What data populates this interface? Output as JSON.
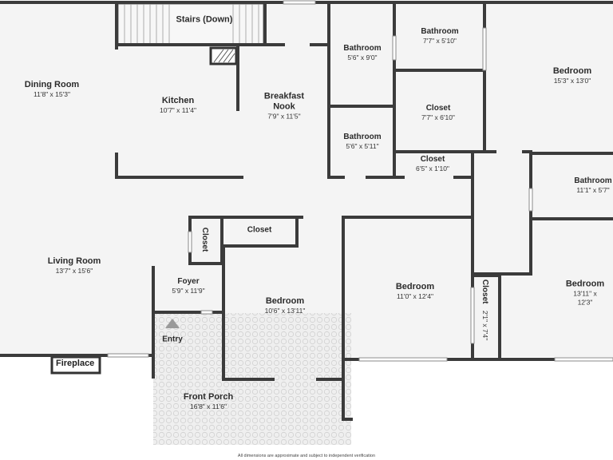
{
  "rooms": {
    "stairs": {
      "name": "Stairs (Down)",
      "dims": ""
    },
    "dining": {
      "name": "Dining Room",
      "dims": "11'8\" x 15'3\""
    },
    "kitchen": {
      "name": "Kitchen",
      "dims": "10'7\" x 11'4\""
    },
    "nook": {
      "name": "Breakfast\nNook",
      "dims": "7'9\" x 11'5\""
    },
    "bath1": {
      "name": "Bathroom",
      "dims": "5'6\" x 9'0\""
    },
    "bath2": {
      "name": "Bathroom",
      "dims": "5'6\" x 5'11\""
    },
    "bath3": {
      "name": "Bathroom",
      "dims": "7'7\" x 5'10\""
    },
    "closet1": {
      "name": "Closet",
      "dims": "7'7\" x 6'10\""
    },
    "closet2": {
      "name": "Closet",
      "dims": "6'5\" x 1'10\""
    },
    "bedroom1": {
      "name": "Bedroom",
      "dims": "15'3\" x 13'0\""
    },
    "bath4": {
      "name": "Bathroom",
      "dims": "11'1\" x 5'7\""
    },
    "living": {
      "name": "Living Room",
      "dims": "13'7\" x 15'6\""
    },
    "closet3": {
      "name": "Closet",
      "dims": ""
    },
    "closet4": {
      "name": "Closet",
      "dims": ""
    },
    "foyer": {
      "name": "Foyer",
      "dims": "5'9\" x 11'9\""
    },
    "entry": {
      "name": "Entry",
      "dims": ""
    },
    "bedroom2": {
      "name": "Bedroom",
      "dims": "10'6\" x 13'11\""
    },
    "bedroom3": {
      "name": "Bedroom",
      "dims": "11'0\" x 12'4\""
    },
    "closet5": {
      "name": "Closet",
      "dims": "2'1\" x 7'4\""
    },
    "bedroom4": {
      "name": "Bedroom",
      "dims": "13'11\" x 12'3\""
    },
    "porch": {
      "name": "Front Porch",
      "dims": "16'8\" x 11'6\""
    },
    "fireplace": {
      "name": "Fireplace",
      "dims": ""
    }
  },
  "footnote": "All dimensions are approximate and subject to independent verification",
  "colors": {
    "wall": "#3b3b3b",
    "floor": "#f4f4f4",
    "porch": "#ebebeb",
    "window": "#ffffff",
    "arrow": "#9a9a9a"
  }
}
